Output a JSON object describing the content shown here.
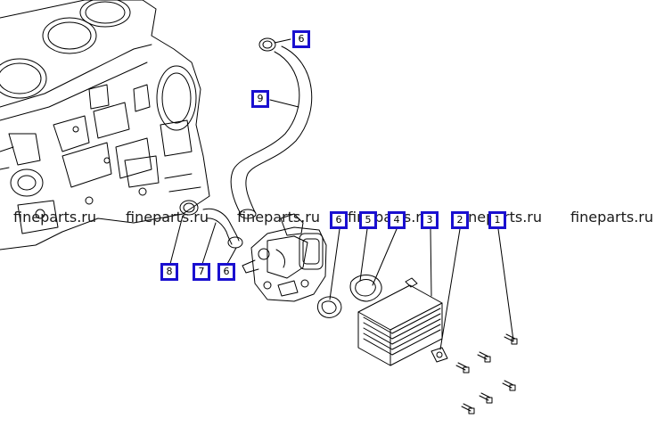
{
  "watermark": "fineparts.ru",
  "callouts": {
    "c1": "6",
    "c2": "9",
    "c3": "8",
    "c4": "7",
    "c5": "6",
    "c6": "6",
    "c7": "5",
    "c8": "4",
    "c9": "3",
    "c10": "2",
    "c11": "1"
  }
}
